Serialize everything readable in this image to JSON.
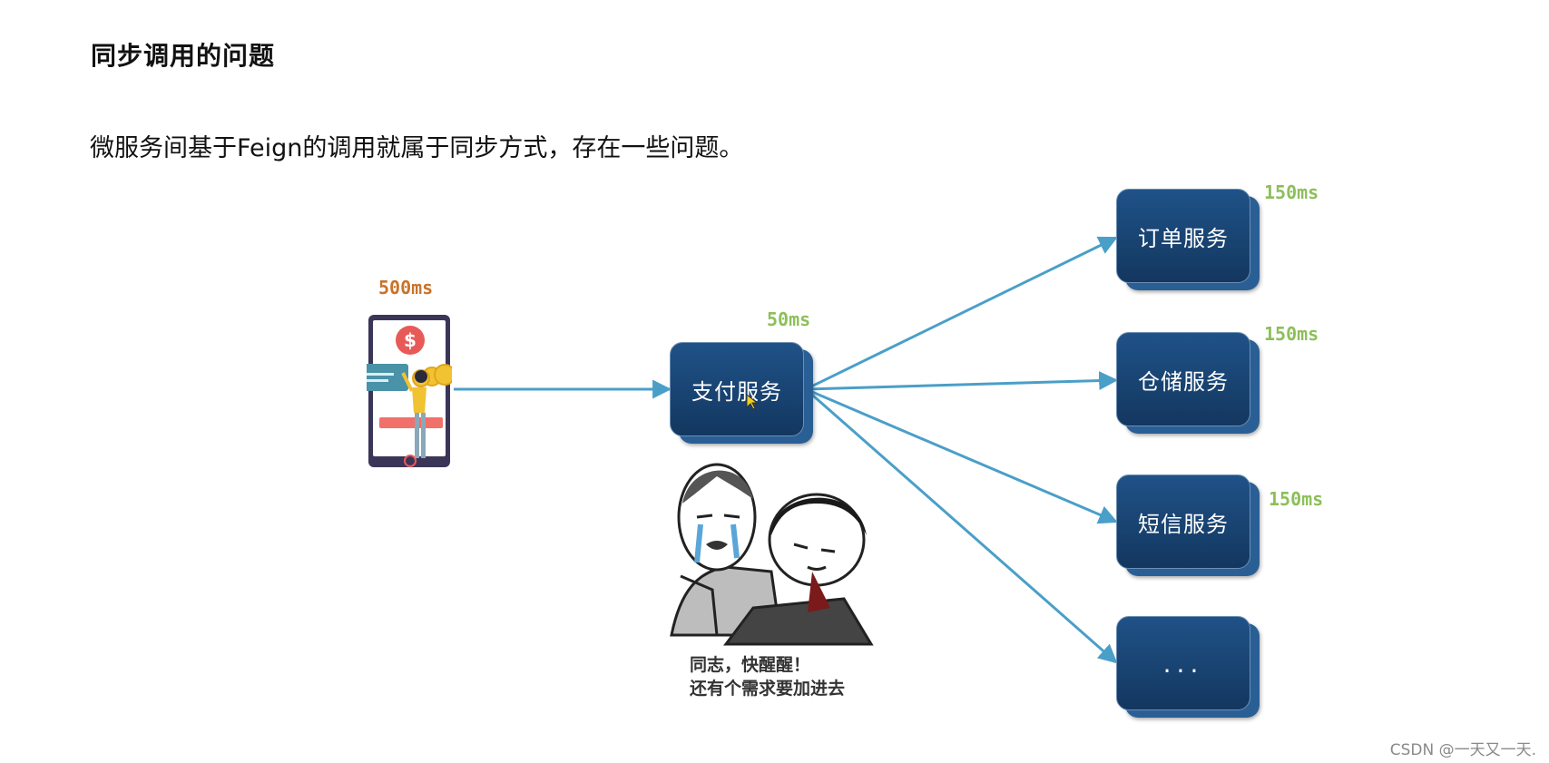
{
  "title": "同步调用的问题",
  "subtitle": "微服务间基于Feign的调用就属于同步方式，存在一些问题。",
  "client": {
    "latency": "500ms",
    "latency_color": "#c8742a"
  },
  "payment": {
    "label": "支付服务",
    "latency": "50ms"
  },
  "services": [
    {
      "label": "订单服务",
      "latency": "150ms"
    },
    {
      "label": "仓储服务",
      "latency": "150ms"
    },
    {
      "label": "短信服务",
      "latency": "150ms"
    },
    {
      "label": "..."
    }
  ],
  "latency_color": "#8dbf5a",
  "arrow_color": "#4a9fc8",
  "box_color": "#1a4676",
  "meme": {
    "caption_line1": "同志，快醒醒！",
    "caption_line2": "还有个需求要加进去"
  },
  "watermark": "CSDN @一天又一天."
}
